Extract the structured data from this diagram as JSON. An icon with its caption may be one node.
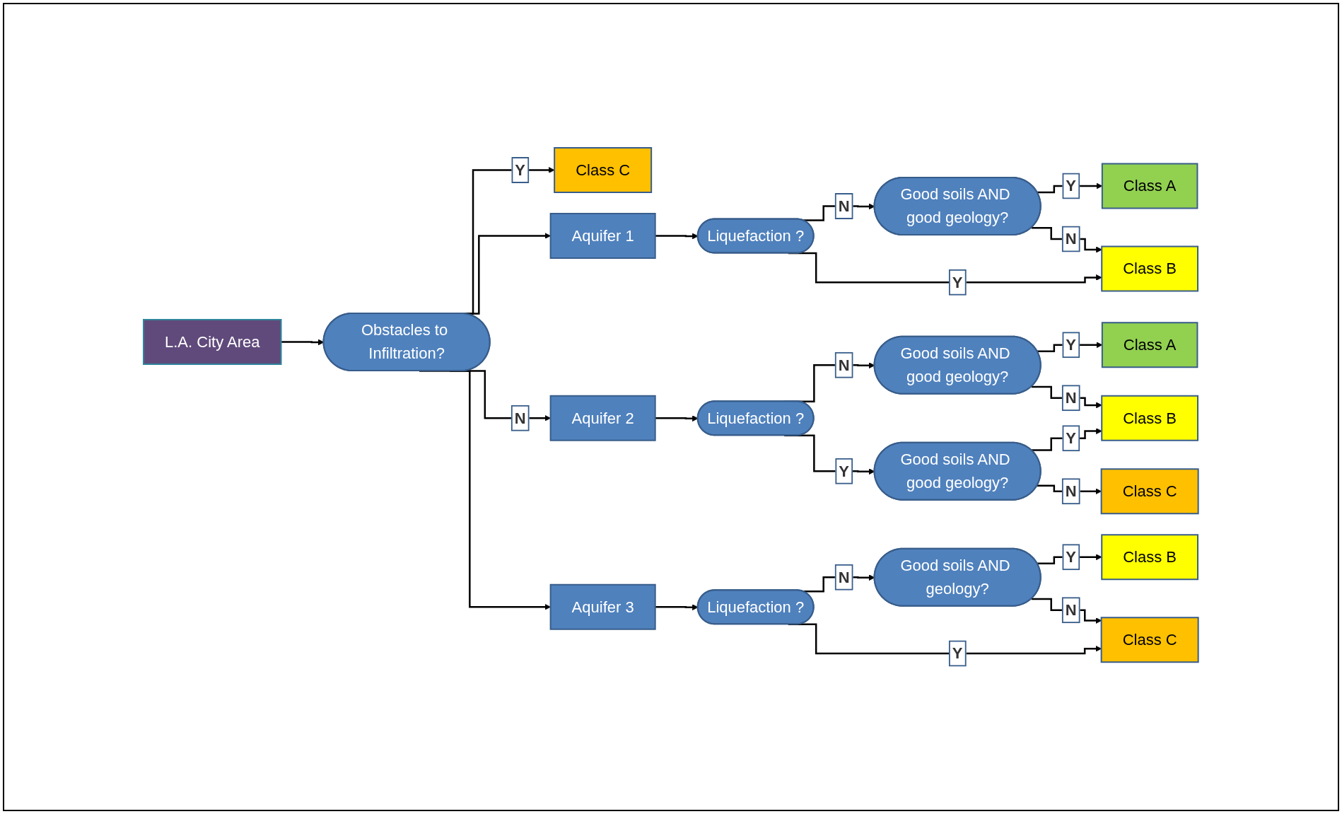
{
  "diagram": {
    "nodes": [
      {
        "text": [
          "L.A. City Area"
        ]
      },
      {
        "text": [
          "Obstacles to Infiltration?"
        ]
      },
      {
        "text": [
          "Class C"
        ]
      },
      {
        "text": [
          "Aquifer 1"
        ]
      },
      {
        "text": [
          "Aquifer 2"
        ]
      },
      {
        "text": [
          "Aquifer 3"
        ]
      },
      {
        "text": [
          "Liquefaction ?"
        ]
      },
      {
        "text": [
          "Good soils AND good geology?"
        ]
      },
      {
        "text": [
          "Class A"
        ]
      },
      {
        "text": [
          "Class B"
        ]
      },
      {
        "text": [
          "Liquefaction ?"
        ]
      },
      {
        "text": [
          "Good soils AND good geology?"
        ]
      },
      {
        "text": [
          "Class A"
        ]
      },
      {
        "text": [
          "Good soils AND good geology?"
        ]
      },
      {
        "text": [
          "Class B"
        ]
      },
      {
        "text": [
          "Class C"
        ]
      },
      {
        "text": [
          "Liquefaction ?"
        ]
      },
      {
        "text": [
          "Good soils AND geology?"
        ]
      },
      {
        "text": [
          "Class B"
        ]
      },
      {
        "text": [
          "Class C"
        ]
      }
    ],
    "edges": [
      {
        "from": 0,
        "to": 1,
        "arrow": "to"
      },
      {
        "from": 1,
        "to": 2,
        "arrow": "to",
        "label": "Y"
      },
      {
        "from": 1,
        "to": 3,
        "arrow": "to"
      },
      {
        "from": 1,
        "to": 4,
        "arrow": "to",
        "label": "N"
      },
      {
        "from": 1,
        "to": 5,
        "arrow": "to"
      },
      {
        "from": 3,
        "to": 6,
        "arrow": "to"
      },
      {
        "from": 6,
        "to": 7,
        "arrow": "to",
        "label": "N"
      },
      {
        "from": 6,
        "to": 9,
        "arrow": "to",
        "label": "Y"
      },
      {
        "from": 7,
        "to": 8,
        "arrow": "to",
        "label": "Y"
      },
      {
        "from": 7,
        "to": 9,
        "arrow": "to",
        "label": "N"
      },
      {
        "from": 4,
        "to": 10,
        "arrow": "to"
      },
      {
        "from": 10,
        "to": 11,
        "arrow": "to",
        "label": "N"
      },
      {
        "from": 10,
        "to": 13,
        "arrow": "to",
        "label": "Y"
      },
      {
        "from": 11,
        "to": 12,
        "arrow": "to",
        "label": "Y"
      },
      {
        "from": 11,
        "to": 14,
        "arrow": "to",
        "label": "N"
      },
      {
        "from": 13,
        "to": 14,
        "arrow": "to",
        "label": "Y"
      },
      {
        "from": 13,
        "to": 15,
        "arrow": "to",
        "label": "N"
      },
      {
        "from": 5,
        "to": 16,
        "arrow": "to"
      },
      {
        "from": 16,
        "to": 17,
        "arrow": "to",
        "label": "N"
      },
      {
        "from": 16,
        "to": 19,
        "arrow": "to",
        "label": "Y"
      },
      {
        "from": 17,
        "to": 18,
        "arrow": "to",
        "label": "Y"
      },
      {
        "from": 17,
        "to": 19,
        "arrow": "to",
        "label": "N"
      }
    ]
  }
}
